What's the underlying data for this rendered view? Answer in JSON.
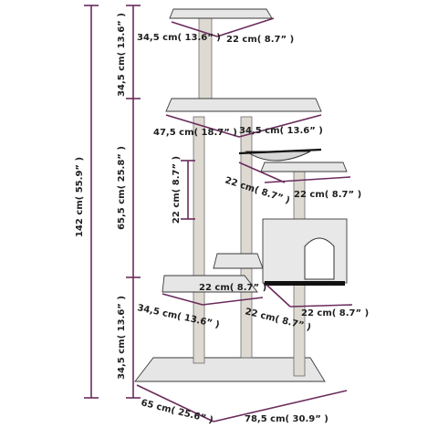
{
  "colors": {
    "dimension_line": "#6a2b5c",
    "platform": "#e6e6e6",
    "post": "#dedad2",
    "outline": "#3a3a3a",
    "text": "#1e1e1e"
  },
  "labels": {
    "total_height": "142 cm( 55.9” )",
    "top_section_height": "34,5 cm( 13.6” )",
    "middle_section_height": "65,5 cm( 25.8” )",
    "bottom_section_height": "34,5 cm( 13.6” )",
    "post_segment_height": "22 cm( 8.7” )",
    "top_platform_width": "34,5 cm( 13.6” )",
    "top_platform_depth": "22 cm( 8.7” )",
    "large_platform_width": "47,5 cm( 18.7” )",
    "large_platform_depth": "34,5 cm( 13.6” )",
    "hammock_depth": "22 cm( 8.7” )",
    "hammock_width": "22 cm( 8.7” )",
    "condo_side_depth": "22 cm( 8.7” )",
    "condo_depth": "22 cm( 8.7” )",
    "condo_width": "22 cm( 8.7” )",
    "lower_platform_width": "34,5 cm( 13.6” )",
    "base_width": "65 cm( 25.6” )",
    "base_depth": "78,5 cm( 30.9” )"
  }
}
